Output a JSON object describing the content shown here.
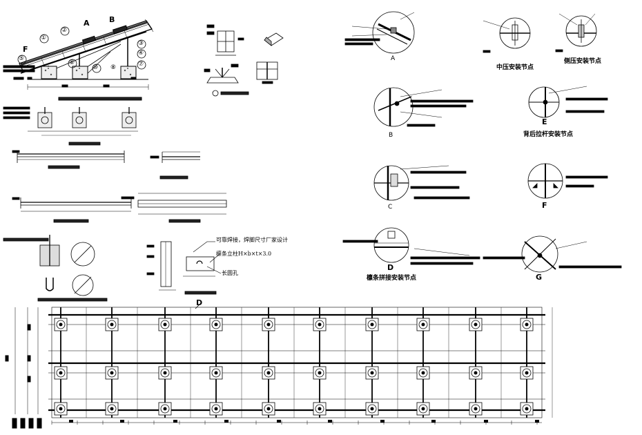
{
  "detail_letters": {
    "a_main": "A",
    "b_main": "B",
    "f_main": "F",
    "d_plan": "D",
    "a_circle": "A",
    "b_circle": "B",
    "c_circle": "C",
    "d_circle": "D",
    "e_circle": "E",
    "f_circle": "F",
    "g_circle": "G"
  },
  "titles": {
    "mid_press": "中压安装节点",
    "side_press": "侧压安装节点",
    "back_rod": "背后拉杆安装节点",
    "purlin_joint": "檩条拼接安装节点"
  },
  "annotations": {
    "weld_note": "可靠焊接，焊脚尺寸厂家设计",
    "column_note": "檩条立柱H×b×t×3.0",
    "hole_note": "长圆孔"
  },
  "part_numbers": [
    "①",
    "②",
    "③",
    "④",
    "⑤",
    "⑥",
    "⑦",
    "⑧",
    "⑩"
  ]
}
